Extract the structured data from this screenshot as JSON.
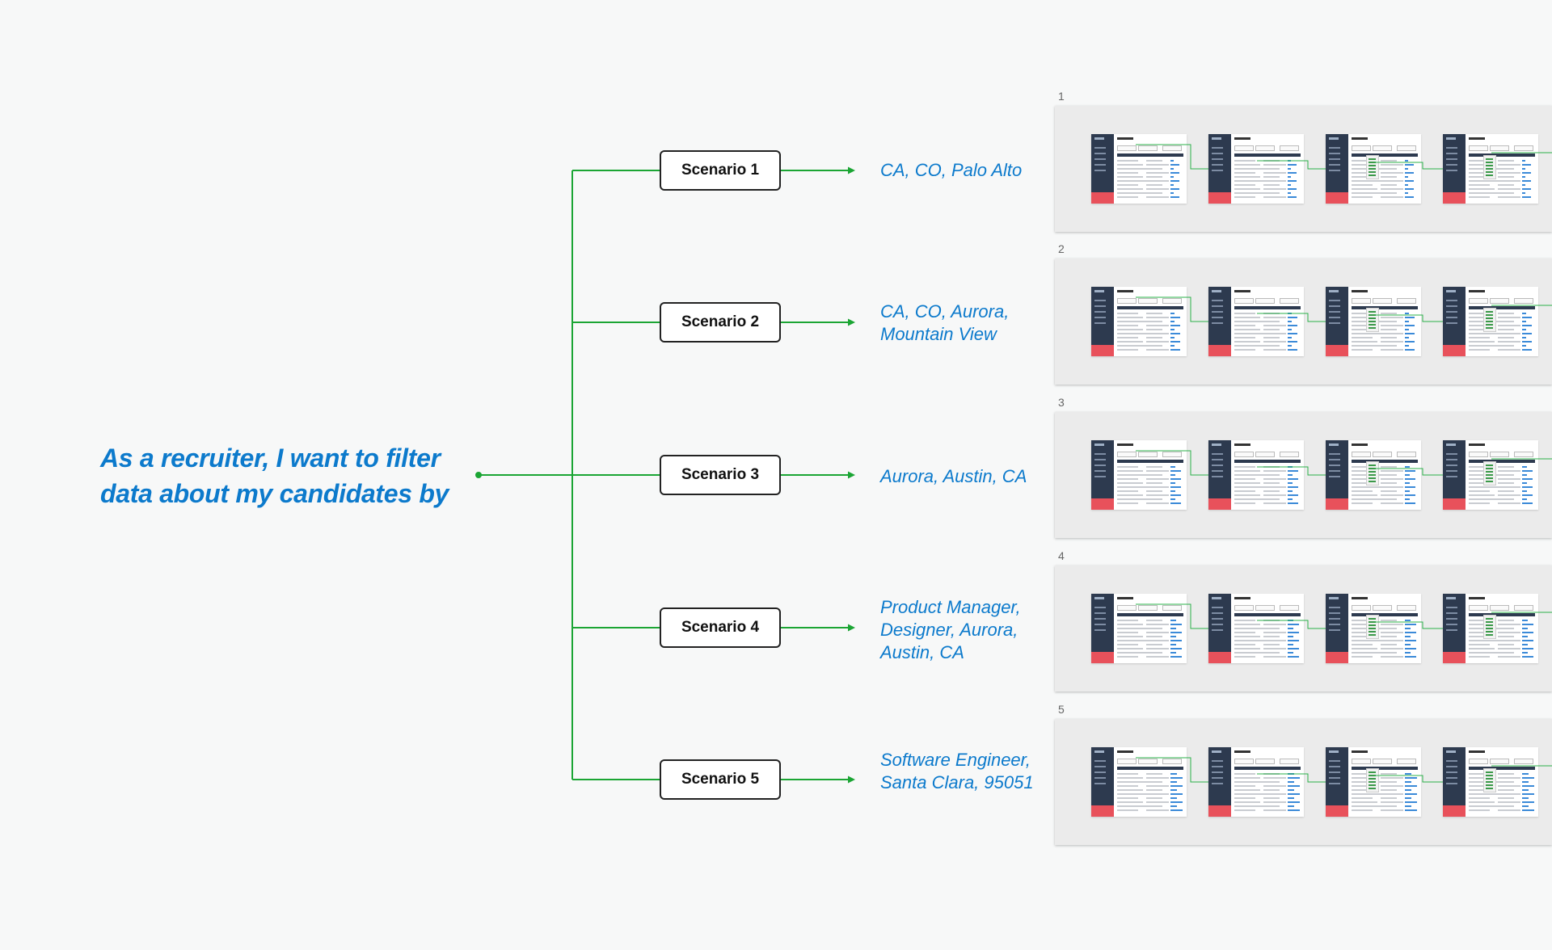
{
  "headline": "As a recruiter, I want to filter data about my candidates by",
  "colors": {
    "connector": "#1ba534",
    "filter_text": "#0c7acc",
    "box_border": "#222222"
  },
  "scenarios": [
    {
      "label": "Scenario 1",
      "filters": "CA, CO, Palo Alto",
      "strip_number": "1"
    },
    {
      "label": "Scenario 2",
      "filters": "CA, CO, Aurora, Mountain View",
      "strip_number": "2"
    },
    {
      "label": "Scenario 3",
      "filters": "Aurora, Austin, CA",
      "strip_number": "3"
    },
    {
      "label": "Scenario 4",
      "filters": "Product Manager, Designer, Aurora, Austin, CA",
      "strip_number": "4"
    },
    {
      "label": "Scenario 5",
      "filters": "Software Engineer, Santa Clara, 95051",
      "strip_number": "5"
    }
  ]
}
